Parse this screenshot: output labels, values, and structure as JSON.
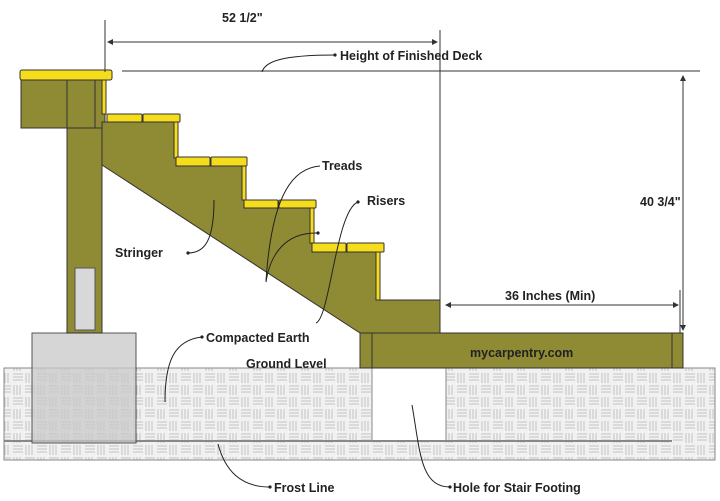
{
  "dimensions": {
    "run": "52 1/2\"",
    "rise": "40 3/4\"",
    "landing": "36 Inches (Min)"
  },
  "labels": {
    "deck_height": "Height of Finished Deck",
    "treads": "Treads",
    "risers": "Risers",
    "stringer": "Stringer",
    "compacted_earth": "Compacted Earth",
    "ground_level": "Ground Level",
    "frost_line": "Frost Line",
    "hole": "Hole for Stair Footing"
  },
  "watermark": "mycarpentry.com",
  "colors": {
    "wood": "#8f8a34",
    "tread": "#f5dd1c",
    "concrete": "#cfcfcf",
    "earth": "#ececec"
  }
}
